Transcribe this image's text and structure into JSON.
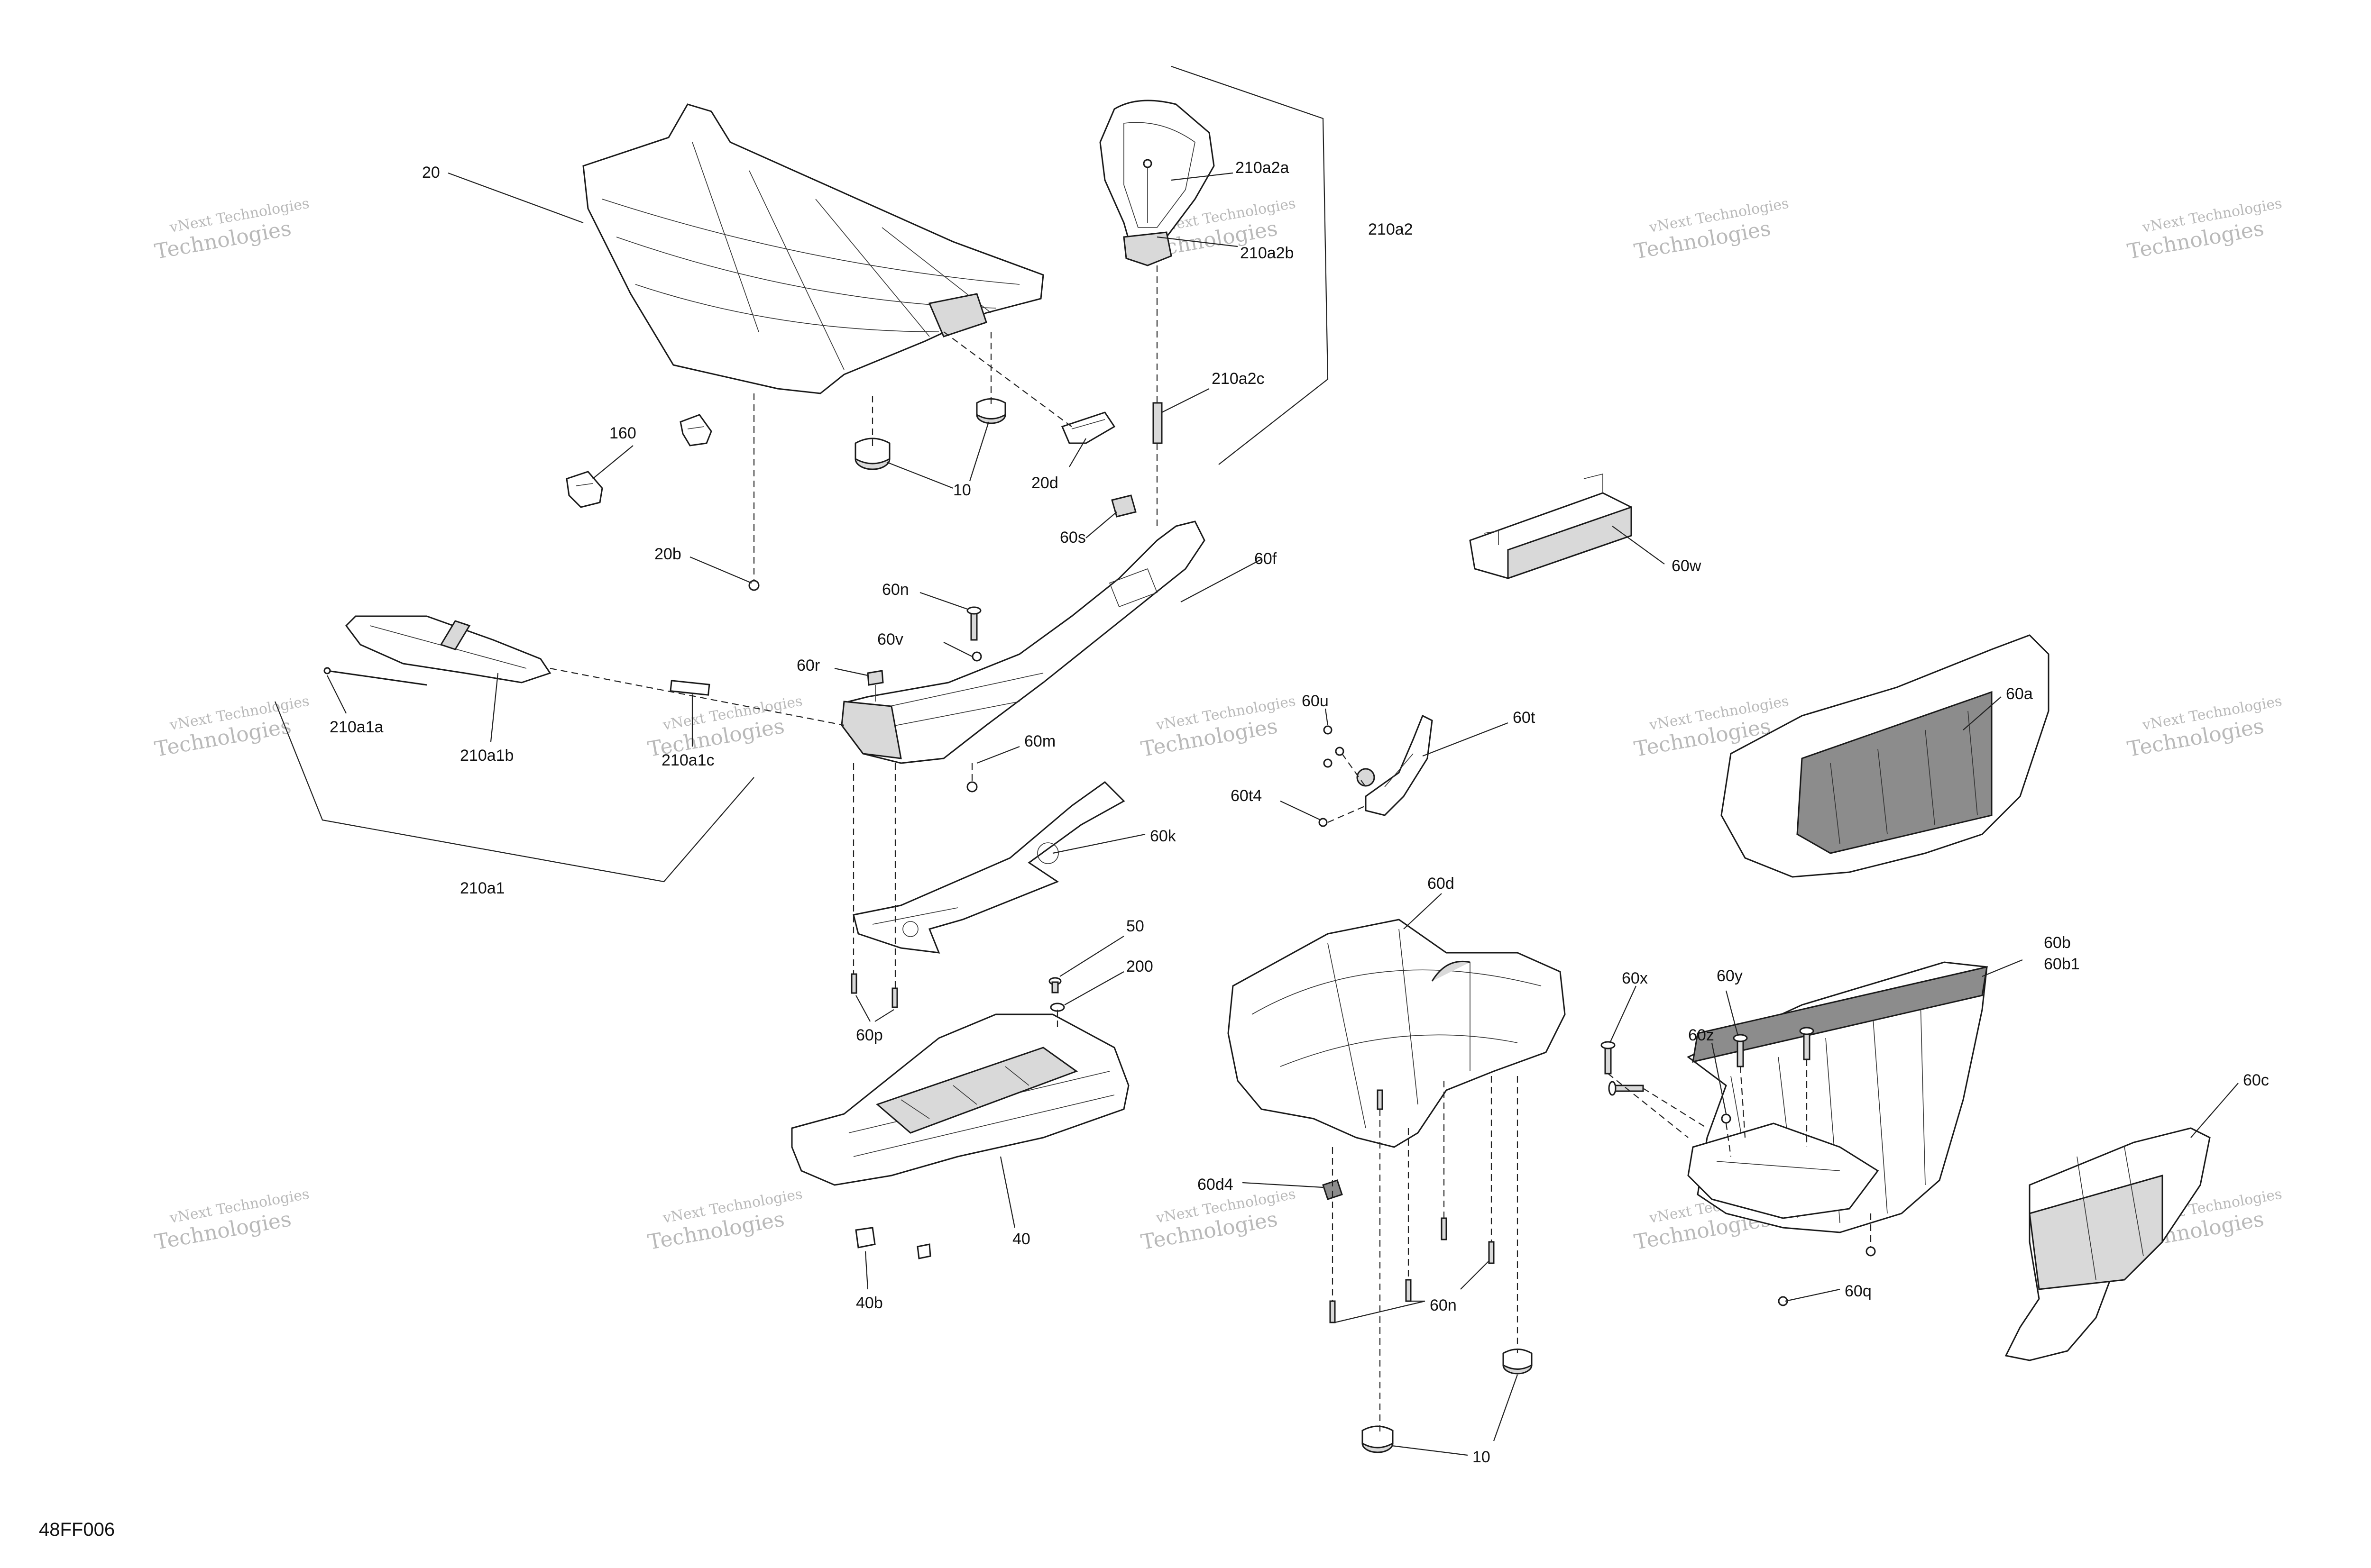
{
  "diagram": {
    "code": "48FF006",
    "watermark": {
      "line1": "vNext Technologies",
      "line2": "Technologies"
    },
    "callouts": {
      "c20": "20",
      "c160": "160",
      "c10a": "10",
      "c20d": "20d",
      "c20b": "20b",
      "c210a2a": "210a2a",
      "c210a2b": "210a2b",
      "c210a2": "210a2",
      "c210a2c": "210a2c",
      "c60s": "60s",
      "c60f": "60f",
      "c60n_top": "60n",
      "c60v": "60v",
      "c60r": "60r",
      "c60m": "60m",
      "c60w": "60w",
      "c210a1a": "210a1a",
      "c210a1b": "210a1b",
      "c210a1c": "210a1c",
      "c210a1": "210a1",
      "c60u": "60u",
      "c60t": "60t",
      "c60t4": "60t4",
      "c60k": "60k",
      "c60a": "60a",
      "c60d": "60d",
      "c50": "50",
      "c200": "200",
      "c60p": "60p",
      "c60b": "60b",
      "c60b1": "60b1",
      "c60x": "60x",
      "c60y": "60y",
      "c60z": "60z",
      "c60c": "60c",
      "c60d4": "60d4",
      "c40": "40",
      "c40b": "40b",
      "c60n_bot": "60n",
      "c60q": "60q",
      "c10b": "10"
    }
  }
}
